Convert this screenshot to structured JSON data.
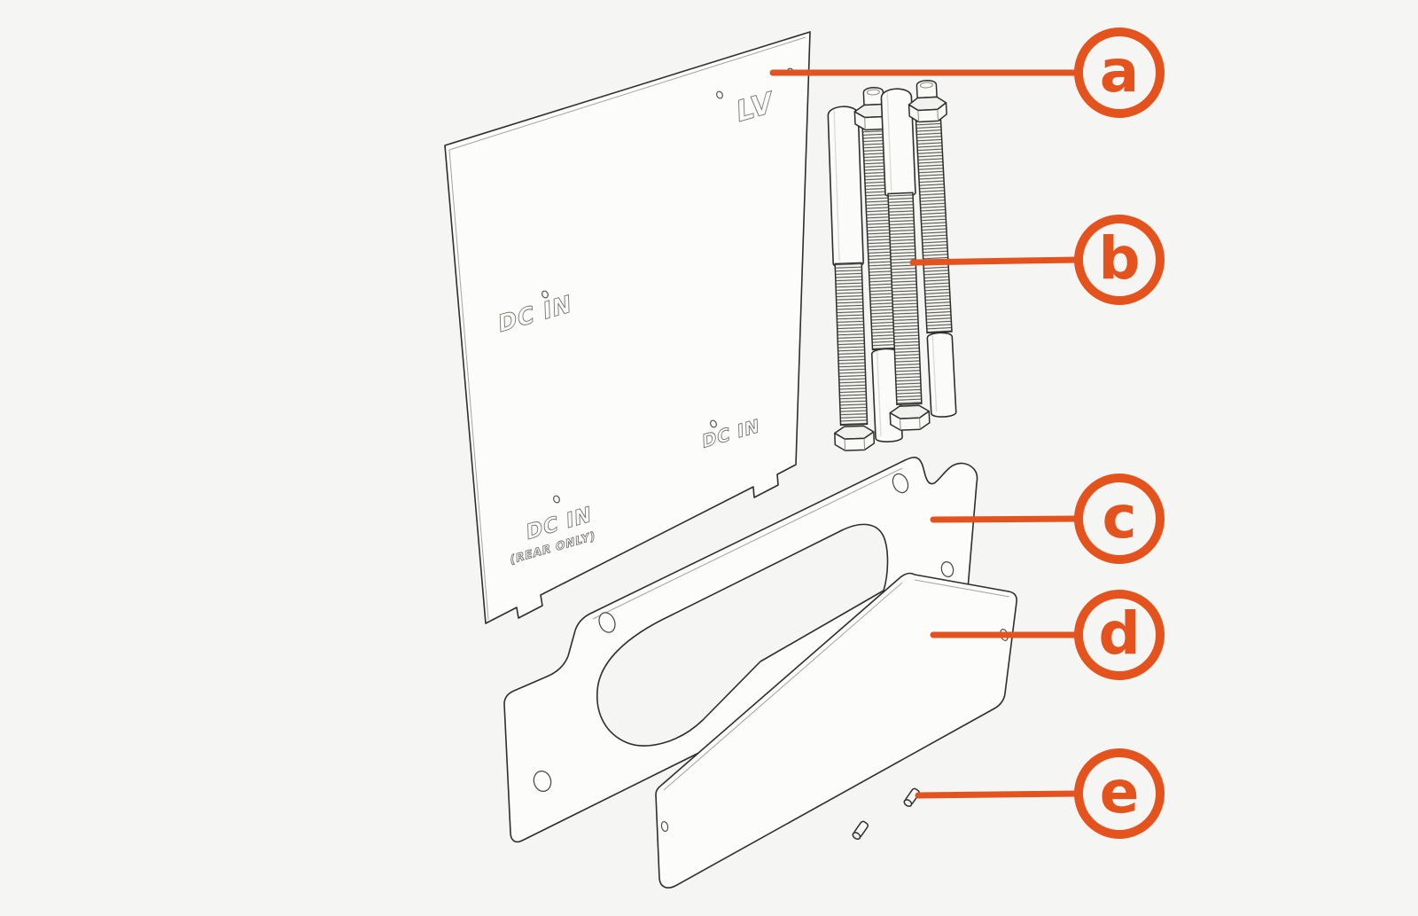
{
  "diagram": {
    "kind": "exploded-assembly-illustration",
    "colors": {
      "accent": "#E4531D",
      "background": "#F5F5F3",
      "ink": "#2E2E2C"
    },
    "engravings": {
      "lv": "LV",
      "dc_in_top": "DC IN",
      "dc_in_mid": "DC IN",
      "dc_in_bottom": "DC IN",
      "rear_only": "(REAR ONLY)"
    },
    "callouts": [
      {
        "id": "a",
        "label": "a"
      },
      {
        "id": "b",
        "label": "b"
      },
      {
        "id": "c",
        "label": "c"
      },
      {
        "id": "d",
        "label": "d"
      },
      {
        "id": "e",
        "label": "e"
      }
    ]
  }
}
